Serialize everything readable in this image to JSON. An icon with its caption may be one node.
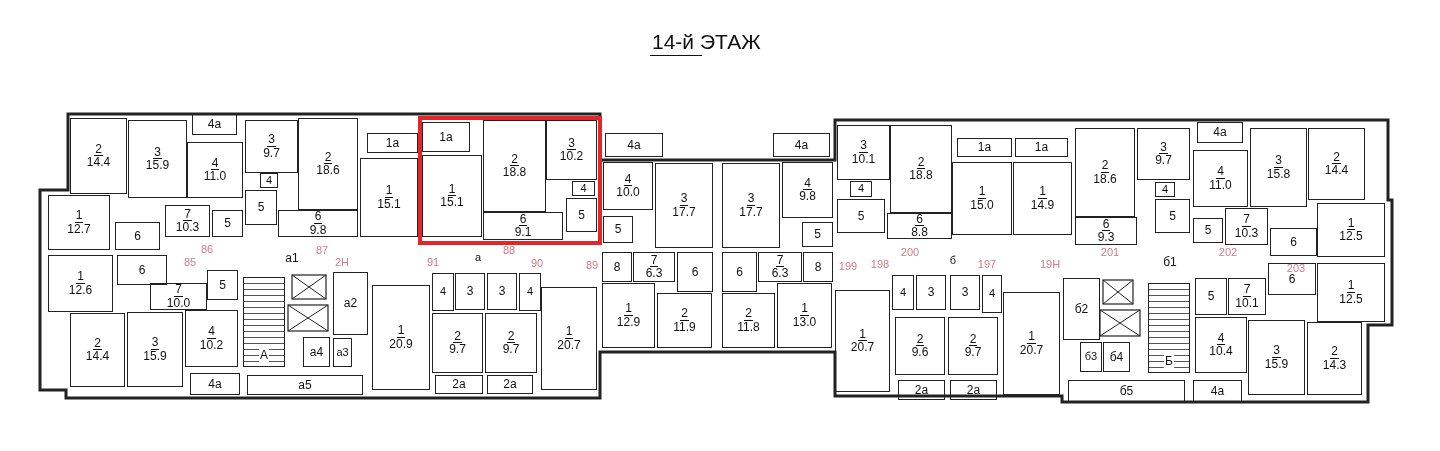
{
  "diagram": {
    "title": "14-й ЭТАЖ",
    "nodes": [
      {
        "text": [
          "2",
          "14.4"
        ]
      },
      {
        "text": [
          "3",
          "15.9"
        ]
      },
      {
        "text": [
          "4а"
        ]
      },
      {
        "text": [
          "4",
          "11.0"
        ]
      },
      {
        "text": [
          "3",
          "9.7"
        ]
      },
      {
        "text": [
          "4"
        ]
      },
      {
        "text": [
          "5"
        ]
      },
      {
        "text": [
          "2",
          "18.6"
        ]
      },
      {
        "text": [
          "6",
          "9.8"
        ]
      },
      {
        "text": [
          "1а"
        ]
      },
      {
        "text": [
          "1",
          "15.1"
        ]
      },
      {
        "text": [
          "1",
          "12.7"
        ]
      },
      {
        "text": [
          "6"
        ]
      },
      {
        "text": [
          "7",
          "10.3"
        ]
      },
      {
        "text": [
          "5"
        ]
      },
      {
        "text": [
          "1а"
        ]
      },
      {
        "text": [
          "1",
          "15.1"
        ]
      },
      {
        "text": [
          "2",
          "18.8"
        ]
      },
      {
        "text": [
          "3",
          "10.2"
        ]
      },
      {
        "text": [
          "4"
        ]
      },
      {
        "text": [
          "5"
        ]
      },
      {
        "text": [
          "6",
          "9.1"
        ]
      },
      {
        "text": [
          "4а"
        ]
      },
      {
        "text": [
          "4",
          "10.0"
        ]
      },
      {
        "text": [
          "5"
        ]
      },
      {
        "text": [
          "3",
          "17.7"
        ]
      },
      {
        "text": [
          "3",
          "17.7"
        ]
      },
      {
        "text": [
          "4а"
        ]
      },
      {
        "text": [
          "4",
          "9.8"
        ]
      },
      {
        "text": [
          "5"
        ]
      },
      {
        "text": [
          "3",
          "10.1"
        ]
      },
      {
        "text": [
          "4"
        ]
      },
      {
        "text": [
          "5"
        ]
      },
      {
        "text": [
          "2",
          "18.8"
        ]
      },
      {
        "text": [
          "6",
          "8.8"
        ]
      },
      {
        "text": [
          "1а"
        ]
      },
      {
        "text": [
          "1а"
        ]
      },
      {
        "text": [
          "1",
          "15.0"
        ]
      },
      {
        "text": [
          "1",
          "14.9"
        ]
      },
      {
        "text": [
          "2",
          "18.6"
        ]
      },
      {
        "text": [
          "3",
          "9.7"
        ]
      },
      {
        "text": [
          "4"
        ]
      },
      {
        "text": [
          "5"
        ]
      },
      {
        "text": [
          "6",
          "9.3"
        ]
      },
      {
        "text": [
          "4а"
        ]
      },
      {
        "text": [
          "4",
          "11.0"
        ]
      },
      {
        "text": [
          "3",
          "15.8"
        ]
      },
      {
        "text": [
          "2",
          "14.4"
        ]
      },
      {
        "text": [
          "5"
        ]
      },
      {
        "text": [
          "7",
          "10.3"
        ]
      },
      {
        "text": [
          "6"
        ]
      },
      {
        "text": [
          "1",
          "12.5"
        ]
      },
      {
        "text": [
          "а1"
        ]
      },
      {
        "text": [
          "а"
        ]
      },
      {
        "text": [
          "б"
        ]
      },
      {
        "text": [
          "б1"
        ]
      },
      {
        "text": [
          "1",
          "12.6"
        ]
      },
      {
        "text": [
          "6"
        ]
      },
      {
        "text": [
          "7",
          "10.0"
        ]
      },
      {
        "text": [
          "5"
        ]
      },
      {
        "text": [
          "2",
          "14.4"
        ]
      },
      {
        "text": [
          "3",
          "15.9"
        ]
      },
      {
        "text": [
          "4",
          "10.2"
        ]
      },
      {
        "text": [
          "4а"
        ]
      },
      {
        "text": [
          "А"
        ]
      },
      {
        "text": [
          "а2"
        ]
      },
      {
        "text": [
          "а4"
        ]
      },
      {
        "text": [
          "а3"
        ]
      },
      {
        "text": [
          "а5"
        ]
      },
      {
        "text": [
          "1",
          "20.9"
        ]
      },
      {
        "text": [
          "4"
        ]
      },
      {
        "text": [
          "3"
        ]
      },
      {
        "text": [
          "3"
        ]
      },
      {
        "text": [
          "4"
        ]
      },
      {
        "text": [
          "2",
          "9.7"
        ]
      },
      {
        "text": [
          "2",
          "9.7"
        ]
      },
      {
        "text": [
          "2а"
        ]
      },
      {
        "text": [
          "2а"
        ]
      },
      {
        "text": [
          "1",
          "20.7"
        ]
      },
      {
        "text": [
          "8"
        ]
      },
      {
        "text": [
          "7",
          "6.3"
        ]
      },
      {
        "text": [
          "6"
        ]
      },
      {
        "text": [
          "1",
          "12.9"
        ]
      },
      {
        "text": [
          "2",
          "11.9"
        ]
      },
      {
        "text": [
          "6"
        ]
      },
      {
        "text": [
          "7",
          "6.3"
        ]
      },
      {
        "text": [
          "8"
        ]
      },
      {
        "text": [
          "2",
          "11.8"
        ]
      },
      {
        "text": [
          "1",
          "13.0"
        ]
      },
      {
        "text": [
          "1",
          "20.7"
        ]
      },
      {
        "text": [
          "4"
        ]
      },
      {
        "text": [
          "3"
        ]
      },
      {
        "text": [
          "3"
        ]
      },
      {
        "text": [
          "4"
        ]
      },
      {
        "text": [
          "2",
          "9.6"
        ]
      },
      {
        "text": [
          "2",
          "9.7"
        ]
      },
      {
        "text": [
          "2а"
        ]
      },
      {
        "text": [
          "2а"
        ]
      },
      {
        "text": [
          "1",
          "20.7"
        ]
      },
      {
        "text": [
          "б2"
        ]
      },
      {
        "text": [
          "б3"
        ]
      },
      {
        "text": [
          "б4"
        ]
      },
      {
        "text": [
          "Б"
        ]
      },
      {
        "text": [
          "б5"
        ]
      },
      {
        "text": [
          "5"
        ]
      },
      {
        "text": [
          "7",
          "10.1"
        ]
      },
      {
        "text": [
          "6"
        ]
      },
      {
        "text": [
          "1",
          "12.5"
        ]
      },
      {
        "text": [
          "4",
          "10.4"
        ]
      },
      {
        "text": [
          "4а"
        ]
      },
      {
        "text": [
          "3",
          "15.9"
        ]
      },
      {
        "text": [
          "2",
          "14.3"
        ]
      }
    ],
    "labels": [
      "86",
      "85",
      "87",
      "2Н",
      "91",
      "88",
      "90",
      "89",
      "199",
      "198",
      "200",
      "197",
      "19Н",
      "201",
      "202",
      "203"
    ]
  }
}
